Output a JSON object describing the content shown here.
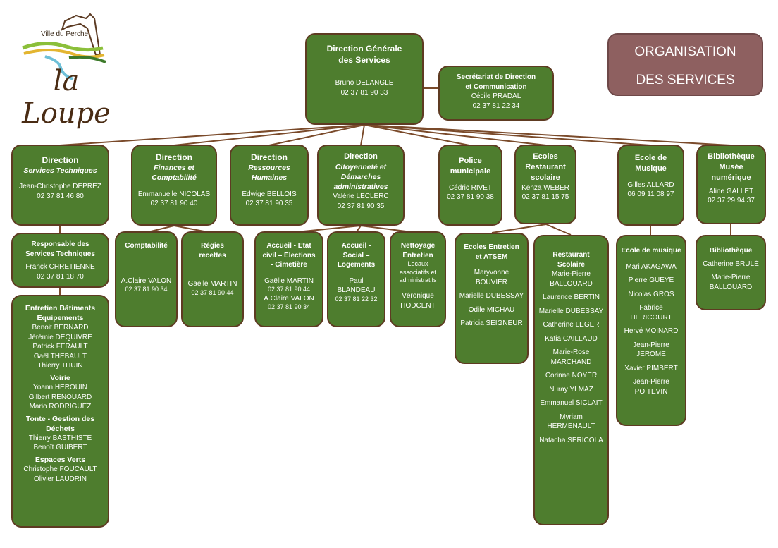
{
  "header": {
    "logo_town": "Ville du Perche",
    "logo_name": "la Loupe",
    "org_line1": "ORGANISATION",
    "org_line2": "DES SERVICES"
  },
  "dg": {
    "title1": "Direction Générale",
    "title2": "des Services",
    "name": "Bruno DELANGLE",
    "phone": "02 37 81 90 33"
  },
  "sec": {
    "title1": "Secrétariat de Direction",
    "title2": "et Communication",
    "name": "Cécile PRADAL",
    "phone": "02 37 81 22 34"
  },
  "st": {
    "title": "Direction",
    "sub": "Services Techniques",
    "name": "Jean-Christophe DEPREZ",
    "phone": "02 37 81 46 80"
  },
  "fin": {
    "title": "Direction",
    "sub1": "Finances et",
    "sub2": "Comptabilité",
    "name": "Emmanuelle NICOLAS",
    "phone": "02 37 81 90 40"
  },
  "rh": {
    "title": "Direction",
    "sub1": "Ressources",
    "sub2": "Humaines",
    "name": "Edwige BELLOIS",
    "phone": "02 37 81 90 35"
  },
  "cit": {
    "title": "Direction",
    "sub1": "Citoyenneté et",
    "sub2": "Démarches",
    "sub3": "administratives",
    "name": "Valérie LECLERC",
    "phone": "02 37 81 90 35"
  },
  "pol": {
    "title1": "Police",
    "title2": "municipale",
    "name": "Cédric RIVET",
    "phone": "02 37 81 90 38"
  },
  "eco": {
    "title1": "Ecoles",
    "title2": "Restaurant",
    "title3": "scolaire",
    "name": "Kenza WEBER",
    "phone": "02 37 81 15 75"
  },
  "mus": {
    "title1": "Ecole de",
    "title2": "Musique",
    "name": "Gilles ALLARD",
    "phone": "06 09 11 08 97"
  },
  "bib": {
    "title1": "Bibliothèque",
    "title2": "Musée",
    "title3": "numérique",
    "name": "Aline GALLET",
    "phone": "02 37 29 94 37"
  },
  "rst": {
    "title1": "Responsable des",
    "title2": "Services Techniques",
    "name": "Franck CHRETIENNE",
    "phone": "02 37 81 18 70"
  },
  "ent": {
    "s1a": "Entretien Bâtiments",
    "s1b": "Equipements",
    "s1_people": [
      "Benoit BERNARD",
      "Jérémie DEQUIVRE",
      "Patrick FERAULT",
      "Gaël THEBAULT",
      "Thierry THUIN"
    ],
    "s2": "Voirie",
    "s2_people": [
      "Yoann HEROUIN",
      "Gilbert RENOUARD",
      "Mario RODRIGUEZ"
    ],
    "s3a": "Tonte - Gestion des",
    "s3b": "Déchets",
    "s3_people": [
      "Thierry BASTHISTE",
      "Benoît GUIBERT"
    ],
    "s4": "Espaces Verts",
    "s4_people": [
      "Christophe FOUCAULT",
      "Olivier LAUDRIN"
    ]
  },
  "comp": {
    "title": "Comptabilité",
    "name": "A.Claire VALON",
    "phone": "02 37 81 90 34"
  },
  "reg": {
    "title1": "Régies",
    "title2": "recettes",
    "name": "Gaëlle MARTIN",
    "phone": "02 37 81 90 44"
  },
  "acc": {
    "title1": "Accueil - Etat",
    "title2": "civil – Elections",
    "title3": "- Cimetière",
    "name1": "Gaëlle MARTIN",
    "phone1": "02 37 81 90 44",
    "name2": "A.Claire VALON",
    "phone2": "02 37 81 90 34"
  },
  "soc": {
    "title1": "Accueil -",
    "title2": "Social –",
    "title3": "Logements",
    "name1": "Paul",
    "name2": "BLANDEAU",
    "phone": "02 37 81 22 32"
  },
  "net": {
    "title1": "Nettoyage",
    "title2": "Entretien",
    "d1": "Locaux",
    "d2": "associatifs et",
    "d3": "administratifs",
    "name1": "Véronique",
    "name2": "HODCENT"
  },
  "atsem": {
    "title1": "Ecoles Entretien",
    "title2": "et ATSEM",
    "people": [
      "Maryvonne BOUVIER",
      "Marielle DUBESSAY",
      "Odile MICHAU",
      "Patricia SEIGNEUR"
    ]
  },
  "rest": {
    "title1": "Restaurant",
    "title2": "Scolaire",
    "people": [
      "Marie-Pierre BALLOUARD",
      "Laurence BERTIN",
      "Marielle DUBESSAY",
      "Catherine LEGER",
      "Katia CAILLAUD",
      "Marie-Rose MARCHAND",
      "Corinne NOYER",
      "Nuray YLMAZ",
      "Emmanuel SICLAIT",
      "Myriam HERMENAULT",
      "Natacha SERICOLA"
    ]
  },
  "musd": {
    "title": "Ecole de musique",
    "people": [
      "Mari AKAGAWA",
      "Pierre GUEYE",
      "Nicolas GROS",
      "Fabrice HERICOURT",
      "Hervé MOINARD",
      "Jean-Pierre JEROME",
      "Xavier PIMBERT",
      "Jean-Pierre POITEVIN"
    ]
  },
  "bibd": {
    "title": "Bibliothèque",
    "people": [
      "Catherine BRULÉ",
      "Marie-Pierre BALLOUARD"
    ]
  },
  "colors": {
    "box": "#4e7d2e",
    "border": "#5e3b22",
    "title_box": "#8e6060"
  }
}
